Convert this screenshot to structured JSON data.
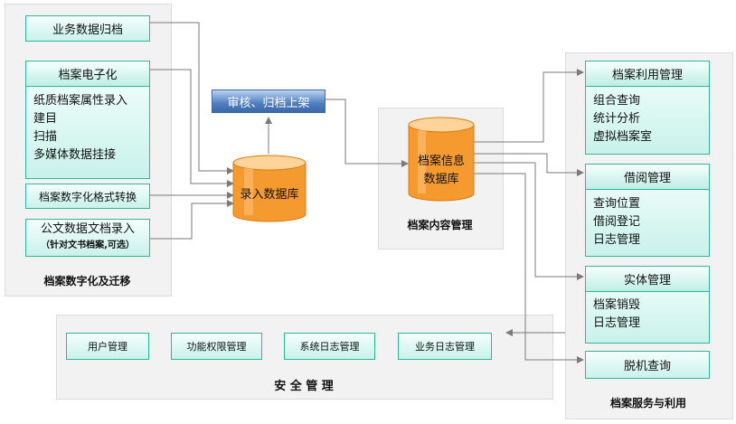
{
  "left": {
    "box_archive": "业务数据归档",
    "box_digital": {
      "title": "档案电子化",
      "items": [
        "纸质档案属性录入",
        "建目",
        "扫描",
        "多媒体数据挂接"
      ]
    },
    "box_format": "档案数字化格式转换",
    "box_doc": {
      "line1": "公文数据文档录入",
      "line2": "（针对文书档案,可选）"
    },
    "panel_label": "档案数字化及迁移"
  },
  "middle": {
    "review_label": "审核、归档上架",
    "entry_db": "录入数据库",
    "info_db": [
      "档案信息",
      "数据库"
    ],
    "content_label": "档案内容管理"
  },
  "right": {
    "use": {
      "title": "档案利用管理",
      "items": [
        "组合查询",
        "统计分析",
        "虚拟档案室"
      ]
    },
    "borrow": {
      "title": "借阅管理",
      "items": [
        "查询位置",
        "借阅登记",
        "日志管理"
      ]
    },
    "entity": {
      "title": "实体管理",
      "items": [
        "档案销毁",
        "日志管理"
      ]
    },
    "offline": "脱机查询",
    "panel_label": "档案服务与利用"
  },
  "security": {
    "items": [
      "用户管理",
      "功能权限管理",
      "系统日志管理",
      "业务日志管理"
    ],
    "panel_label": "安 全 管 理"
  },
  "colors": {
    "box_border": "#2fb79c",
    "box_fill": "#c9f2ea",
    "cylinder": "#f59a2e",
    "review_bar": "#4f7fbf",
    "connector": "#7a7a7a"
  }
}
